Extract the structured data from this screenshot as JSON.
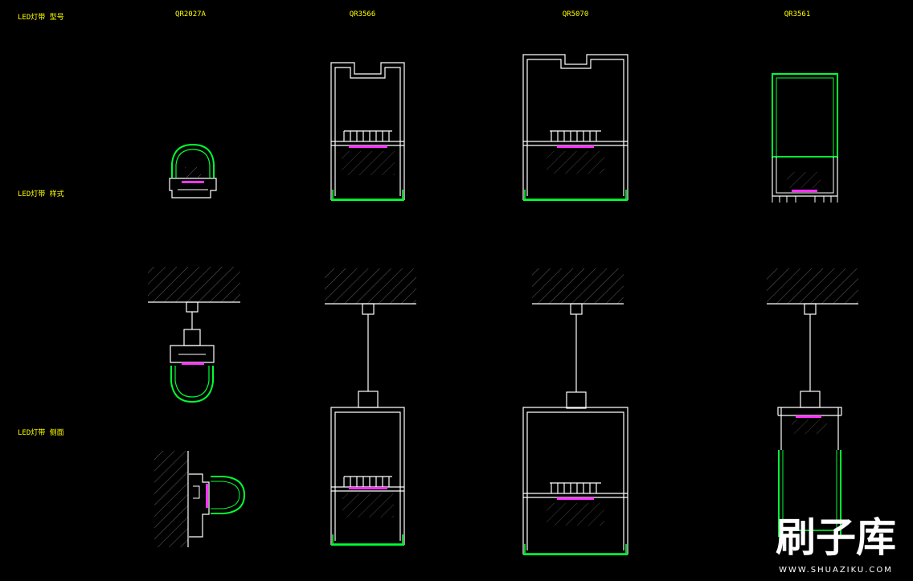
{
  "colors": {
    "background": "#000000",
    "outline": "#ffffff",
    "diffuser": "#00ff33",
    "led_strip": "#ff33ff",
    "label": "#ffff00",
    "hatch": "#9a9a9a"
  },
  "row_labels": {
    "model": "LED灯带 型号",
    "style": "LED灯带 样式",
    "side": "LED灯带 侧面"
  },
  "models": [
    "QR2027A",
    "QR3566",
    "QR5070",
    "QR3561"
  ],
  "watermark": {
    "title": "刷子库",
    "url": "WWW.SHUAZIKU.COM"
  }
}
